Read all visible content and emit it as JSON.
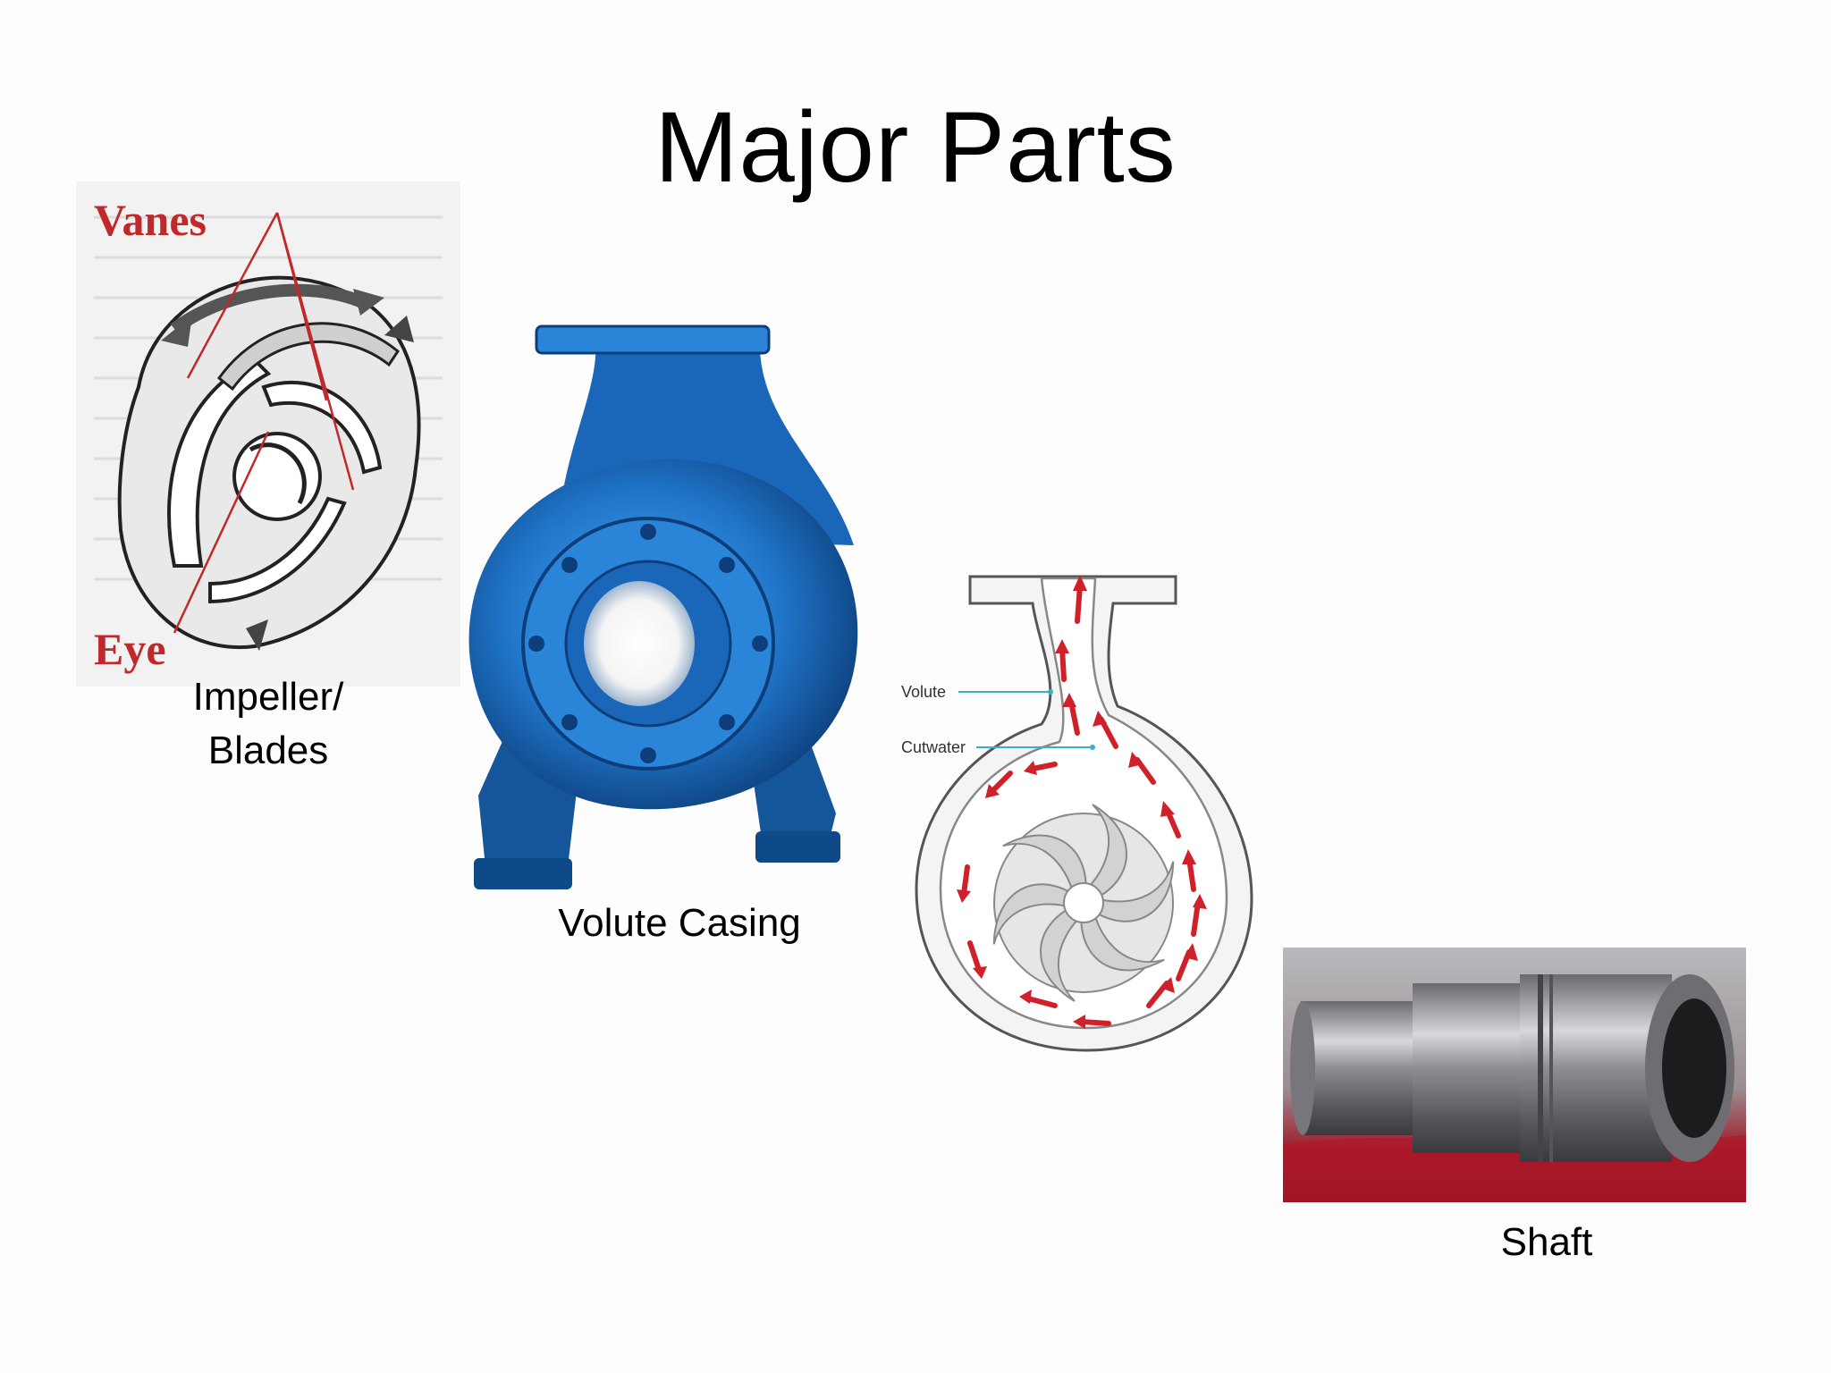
{
  "slide": {
    "title": "Major Parts"
  },
  "figures": {
    "impeller": {
      "caption_line1": "Impeller/",
      "caption_line2": "Blades",
      "labels": {
        "vanes": "Vanes",
        "eye": "Eye"
      }
    },
    "casing": {
      "caption": "Volute Casing"
    },
    "volute_diagram": {
      "labels": {
        "volute": "Volute",
        "cutwater": "Cutwater"
      }
    },
    "shaft": {
      "caption": "Shaft"
    }
  },
  "colors": {
    "casing_blue": "#1f74c8",
    "arrow_red": "#d0202a",
    "label_red": "#c0282a",
    "leader_teal": "#3ab0c4"
  }
}
